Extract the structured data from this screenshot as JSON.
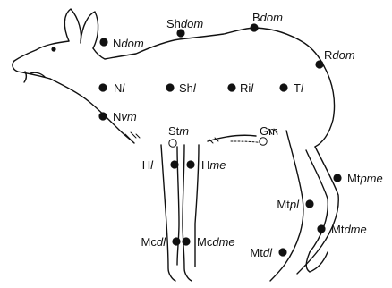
{
  "points": [
    {
      "id": "ndom",
      "marker": "filled",
      "label": [
        {
          "text": "N",
          "italic": false
        },
        {
          "text": "dom",
          "italic": true
        }
      ]
    },
    {
      "id": "shdom",
      "marker": "filled",
      "label": [
        {
          "text": "Sh",
          "italic": false
        },
        {
          "text": "dom",
          "italic": true
        }
      ]
    },
    {
      "id": "bdom",
      "marker": "filled",
      "label": [
        {
          "text": "B",
          "italic": false
        },
        {
          "text": "dom",
          "italic": true
        }
      ]
    },
    {
      "id": "rdom",
      "marker": "filled",
      "label": [
        {
          "text": "R",
          "italic": false
        },
        {
          "text": "dom",
          "italic": true
        }
      ]
    },
    {
      "id": "nl",
      "marker": "filled",
      "label": [
        {
          "text": "N",
          "italic": false
        },
        {
          "text": "l",
          "italic": true
        }
      ]
    },
    {
      "id": "shl",
      "marker": "filled",
      "label": [
        {
          "text": "Sh",
          "italic": false
        },
        {
          "text": "l",
          "italic": true
        }
      ]
    },
    {
      "id": "ril",
      "marker": "filled",
      "label": [
        {
          "text": "Ri",
          "italic": false
        },
        {
          "text": "l",
          "italic": true
        }
      ]
    },
    {
      "id": "tl",
      "marker": "filled",
      "label": [
        {
          "text": "T",
          "italic": false
        },
        {
          "text": "l",
          "italic": true
        }
      ]
    },
    {
      "id": "nvm",
      "marker": "filled",
      "label": [
        {
          "text": "N",
          "italic": false
        },
        {
          "text": "vm",
          "italic": true
        }
      ]
    },
    {
      "id": "stm",
      "marker": "hollow",
      "label": [
        {
          "text": "St",
          "italic": false
        },
        {
          "text": "m",
          "italic": true
        }
      ]
    },
    {
      "id": "gm",
      "marker": "hollow",
      "label": [
        {
          "text": "Gm",
          "italic": false
        }
      ]
    },
    {
      "id": "hl",
      "marker": "filled",
      "label": [
        {
          "text": "H",
          "italic": false
        },
        {
          "text": "l",
          "italic": true
        }
      ]
    },
    {
      "id": "hme",
      "marker": "filled",
      "label": [
        {
          "text": "H",
          "italic": false
        },
        {
          "text": "me",
          "italic": true
        }
      ]
    },
    {
      "id": "mcdl",
      "marker": "filled",
      "label": [
        {
          "text": "Mc",
          "italic": false
        },
        {
          "text": "dl",
          "italic": true
        }
      ]
    },
    {
      "id": "mcdme",
      "marker": "filled",
      "label": [
        {
          "text": "Mc",
          "italic": false
        },
        {
          "text": "dme",
          "italic": true
        }
      ]
    },
    {
      "id": "mtpme",
      "marker": "filled",
      "label": [
        {
          "text": "Mt",
          "italic": false
        },
        {
          "text": "pme",
          "italic": true
        }
      ]
    },
    {
      "id": "mtpl",
      "marker": "filled",
      "label": [
        {
          "text": "Mt",
          "italic": false
        },
        {
          "text": "pl",
          "italic": true
        }
      ]
    },
    {
      "id": "mtdme",
      "marker": "filled",
      "label": [
        {
          "text": "Mt",
          "italic": false
        },
        {
          "text": "dme",
          "italic": true
        }
      ]
    },
    {
      "id": "mtdl",
      "marker": "filled",
      "label": [
        {
          "text": "Mt",
          "italic": false
        },
        {
          "text": "dl",
          "italic": true
        }
      ]
    }
  ],
  "colors": {
    "ink": "#111111",
    "background": "#ffffff"
  }
}
